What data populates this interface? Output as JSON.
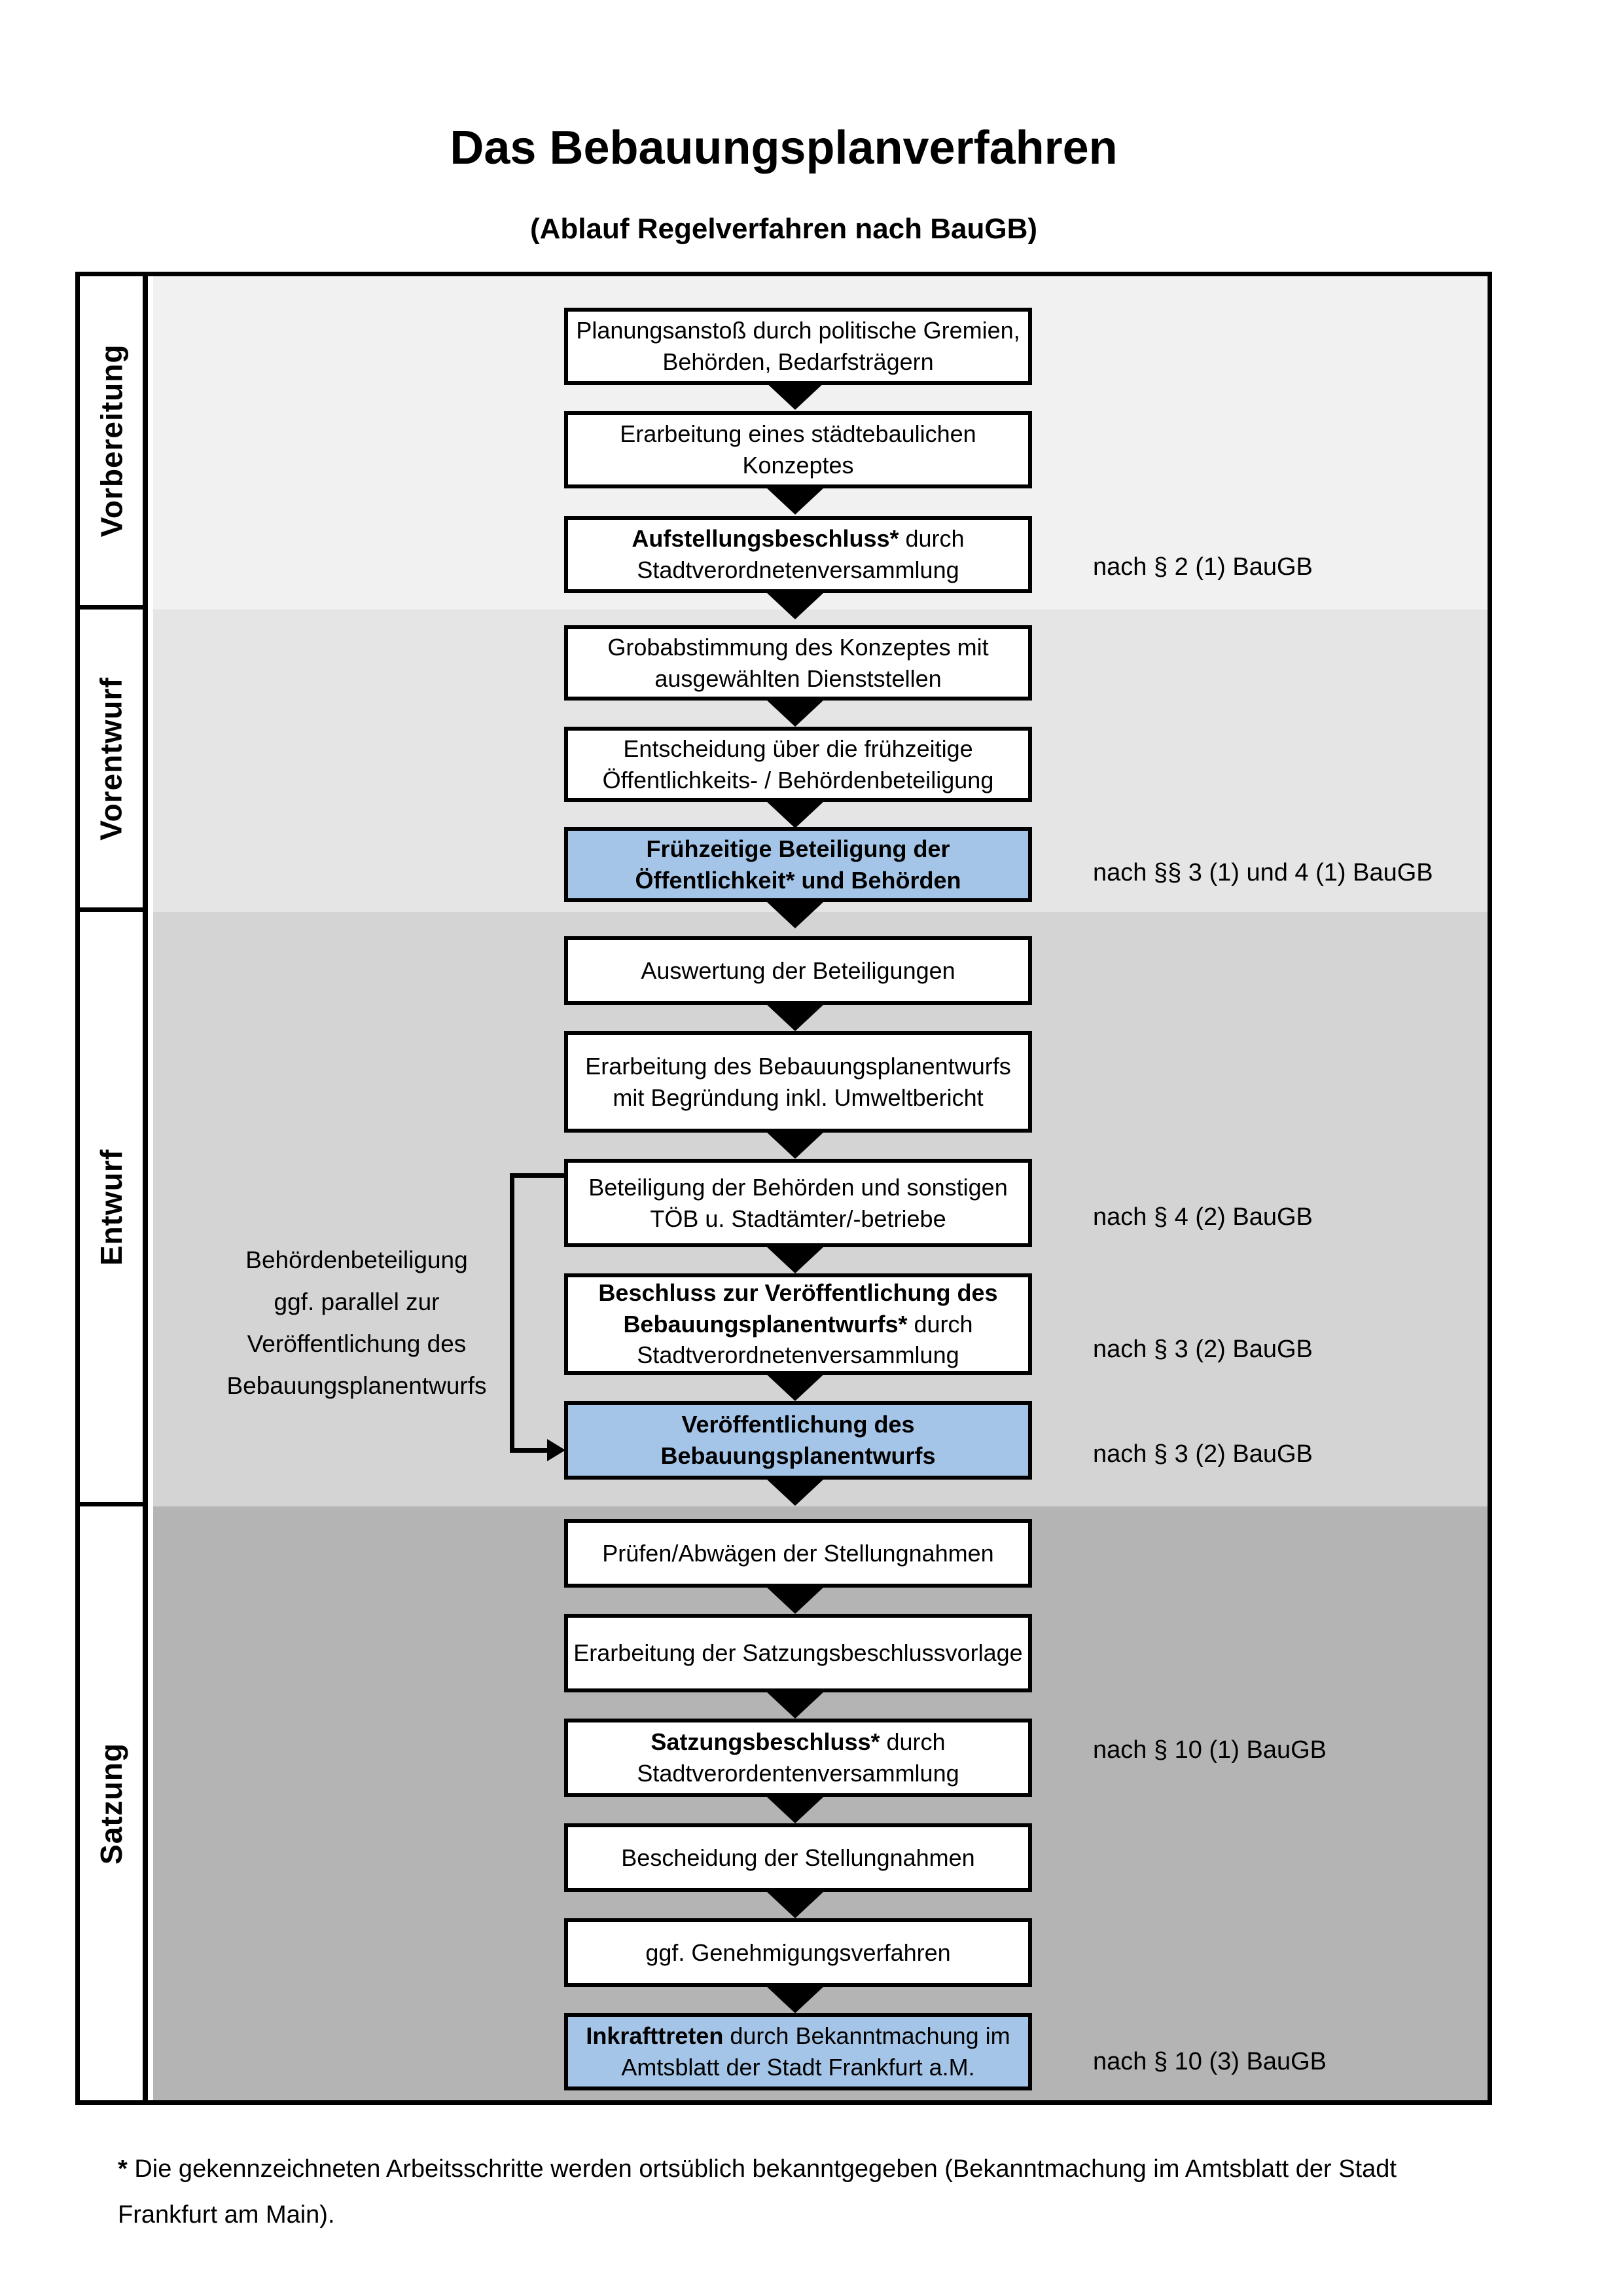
{
  "title": "Das Bebauungsplanverfahren",
  "subtitle": "(Ablauf Regelverfahren nach BauGB)",
  "phases": [
    {
      "label": "Vorbereitung"
    },
    {
      "label": "Vorentwurf"
    },
    {
      "label": "Entwurf"
    },
    {
      "label": "Satzung"
    }
  ],
  "boxes": [
    {
      "bold": "",
      "rest": "Planungsanstoß durch politische Gremien, Behörden, Bedarfsträgern",
      "highlighted": false
    },
    {
      "bold": "",
      "rest": "Erarbeitung eines städtebaulichen Konzeptes",
      "highlighted": false
    },
    {
      "bold": "Aufstellungsbeschluss*",
      "rest": " durch Stadtverordnetenversammlung",
      "highlighted": false
    },
    {
      "bold": "",
      "rest": "Grobabstimmung des Konzeptes mit ausgewählten Dienststellen",
      "highlighted": false
    },
    {
      "bold": "",
      "rest": "Entscheidung über die frühzeitige Öffentlichkeits- / Behördenbeteiligung",
      "highlighted": false
    },
    {
      "bold": "Frühzeitige Beteiligung der Öffentlichkeit* und Behörden",
      "rest": "",
      "highlighted": true
    },
    {
      "bold": "",
      "rest": "Auswertung der Beteiligungen",
      "highlighted": false
    },
    {
      "bold": "",
      "rest": "Erarbeitung des Bebauungsplanentwurfs mit Begründung inkl. Umweltbericht",
      "highlighted": false
    },
    {
      "bold": "",
      "rest": "Beteiligung der Behörden und sonstigen TÖB u. Stadtämter/-betriebe",
      "highlighted": false
    },
    {
      "bold": "Beschluss zur Veröffentlichung des Bebauungsplanentwurfs*",
      "rest": " durch Stadtverordnetenversammlung",
      "highlighted": false
    },
    {
      "bold": "Veröffentlichung des Bebauungsplanentwurfs",
      "rest": "",
      "highlighted": true
    },
    {
      "bold": "",
      "rest": "Prüfen/Abwägen der Stellungnahmen",
      "highlighted": false
    },
    {
      "bold": "",
      "rest": "Erarbeitung der Satzungsbeschlussvorlage",
      "highlighted": false
    },
    {
      "bold": "Satzungsbeschluss*",
      "rest": " durch Stadtverordentenversammlung",
      "highlighted": false
    },
    {
      "bold": "",
      "rest": "Bescheidung der Stellungnahmen",
      "highlighted": false
    },
    {
      "bold": "",
      "rest": "ggf. Genehmigungsverfahren",
      "highlighted": false
    },
    {
      "bold": "Inkrafttreten",
      "rest": " durch Bekanntmachung im Amtsblatt der Stadt Frankfurt a.M.",
      "highlighted": true
    }
  ],
  "annotations": [
    {
      "text": "nach § 2 (1) BauGB"
    },
    {
      "text": "nach §§ 3 (1) und 4 (1) BauGB"
    },
    {
      "text": "nach § 4 (2) BauGB"
    },
    {
      "text": "nach § 3 (2) BauGB"
    },
    {
      "text": "nach § 3 (2) BauGB"
    },
    {
      "text": "nach § 10 (1) BauGB"
    },
    {
      "text": "nach § 10 (3) BauGB"
    }
  ],
  "side_note": {
    "lines": [
      "Behördenbeteiligung",
      "ggf. parallel zur",
      "Veröffentlichung des",
      "Bebauungsplanentwurfs"
    ]
  },
  "footnote": {
    "star": "*",
    "line1": "Die gekennzeichneten Arbeitsschritte werden ortsüblich bekanntgegeben (Bekanntmachung im Amtsblatt  der Stadt",
    "line2": "Frankfurt am Main)."
  },
  "colors": {
    "highlight_blue": "#a4c5e8",
    "band_vorbereitung": "#f1f1f1",
    "band_vorentwurf": "#e5e5e5",
    "band_entwurf": "#d4d4d4",
    "band_satzung": "#b4b4b4"
  }
}
